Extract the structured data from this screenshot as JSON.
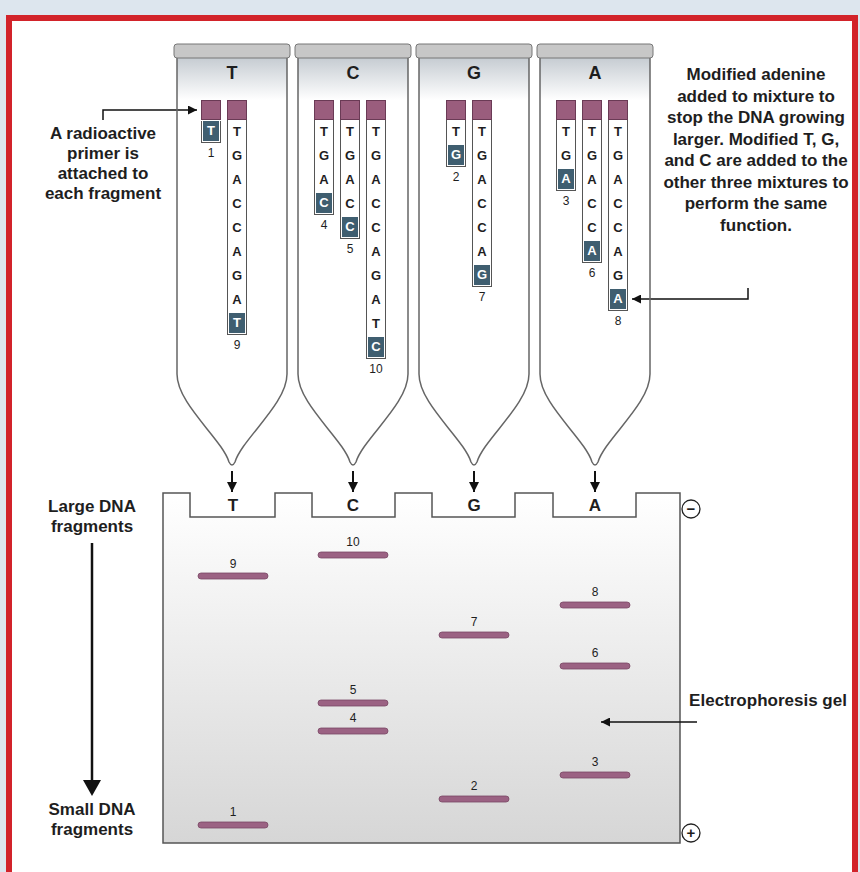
{
  "diagram": {
    "nodes": [
      {
        "text": [
          "T"
        ]
      },
      {
        "text": [
          "T",
          "1"
        ],
        "in": 0
      },
      {
        "text": [
          "T G A C C A G A",
          "T",
          "9"
        ],
        "in": 0
      },
      {
        "text": [
          "C"
        ]
      },
      {
        "text": [
          "T G A",
          "C",
          "4"
        ],
        "in": 3
      },
      {
        "text": [
          "T G A C",
          "C",
          "5"
        ],
        "in": 3
      },
      {
        "text": [
          "T G A C C A G A T",
          "C",
          "10"
        ],
        "in": 3
      },
      {
        "text": [
          "G"
        ]
      },
      {
        "text": [
          "T",
          "G",
          "2"
        ],
        "in": 7
      },
      {
        "text": [
          "T G A C C A",
          "G",
          "7"
        ],
        "in": 7
      },
      {
        "text": [
          "A"
        ]
      },
      {
        "text": [
          "T G",
          "A",
          "3"
        ],
        "in": 10
      },
      {
        "text": [
          "T G A C C",
          "A",
          "6"
        ],
        "in": 10
      },
      {
        "text": [
          "T G A C C A G",
          "A",
          "8"
        ],
        "in": 10
      },
      {
        "text": [
          "T",
          "C",
          "G",
          "A"
        ]
      },
      {
        "text": [
          "−"
        ]
      },
      {
        "text": [
          "+"
        ]
      }
    ],
    "edges": [
      {
        "from": 0,
        "to": 14,
        "arrow": "to"
      },
      {
        "from": 3,
        "to": 14,
        "arrow": "to"
      },
      {
        "from": 7,
        "to": 14,
        "arrow": "to"
      },
      {
        "from": 10,
        "to": 14,
        "arrow": "to"
      }
    ],
    "labels": [
      "A radioactive primer is attached to each fragment",
      "Modified adenine added to mixture to stop the DNA growing larger. Modified T, G, and C are added to the other three mixtures to perform the same function.",
      "Large DNA fragments",
      "Small DNA fragments",
      "Electrophoresis gel",
      "10",
      "9",
      "8",
      "7",
      "6",
      "5",
      "4",
      "3",
      "2",
      "1"
    ]
  }
}
